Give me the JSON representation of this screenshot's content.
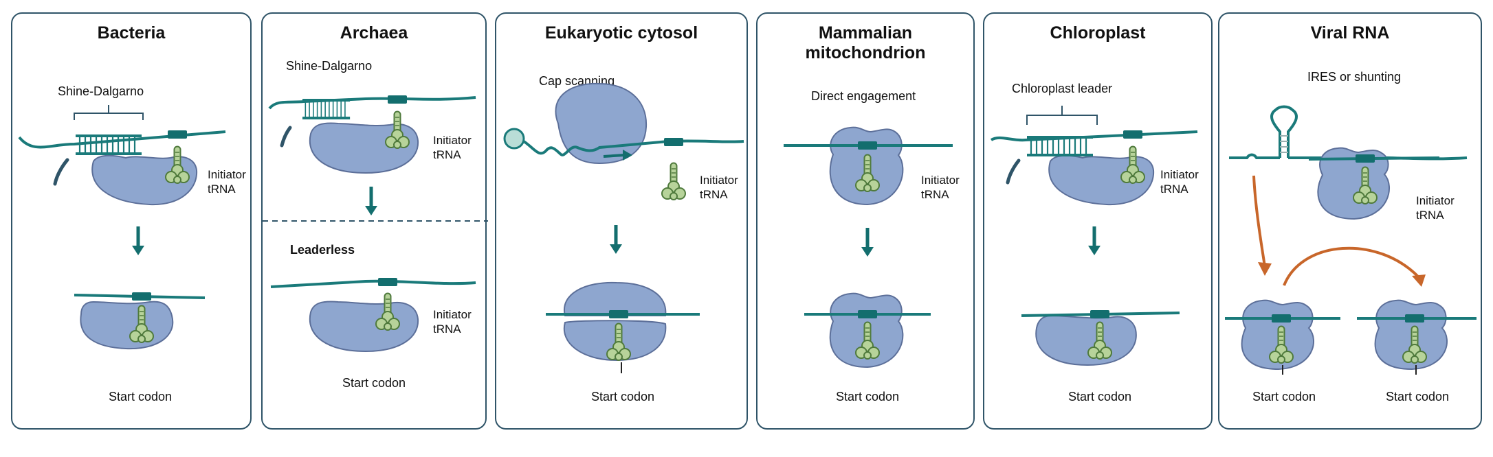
{
  "colors": {
    "border": "#2f5468",
    "mrna": "#1a7a7a",
    "ribosome_fill": "#8ea6cf",
    "ribosome_stroke": "#5c6f99",
    "trna_fill": "#b7d39a",
    "trna_stroke": "#4f7a3c",
    "arrow_teal": "#136e6e",
    "arrow_orange": "#c8662a"
  },
  "icons": [
    "mrna-strand",
    "ribosome",
    "initiator-trna",
    "start-codon-box",
    "sd-pairing",
    "5-prime-cap",
    "ires-stem-loop",
    "down-arrow",
    "shunt-arrow"
  ],
  "panels": [
    {
      "title": "Bacteria",
      "signal_label": "Shine-Dalgarno",
      "trna_line1": "Initiator",
      "trna_line2": "tRNA",
      "bottom_label": "Start codon"
    },
    {
      "title": "Archaea",
      "signal_label": "Shine-Dalgarno",
      "trna_line1": "Initiator",
      "trna_line2": "tRNA",
      "sub_label": "Leaderless",
      "trna2_line1": "Initiator",
      "trna2_line2": "tRNA",
      "bottom_label": "Start codon"
    },
    {
      "title": "Eukaryotic cytosol",
      "signal_label": "Cap scanning",
      "trna_line1": "Initiator",
      "trna_line2": "tRNA",
      "bottom_label": "Start codon"
    },
    {
      "title": "Mammalian mitochondrion",
      "signal_label": "Direct engagement",
      "trna_line1": "Initiator",
      "trna_line2": "tRNA",
      "bottom_label": "Start codon"
    },
    {
      "title": "Chloroplast",
      "signal_label": "Chloroplast leader",
      "trna_line1": "Initiator",
      "trna_line2": "tRNA",
      "bottom_label": "Start codon"
    },
    {
      "title": "Viral RNA",
      "signal_label": "IRES or shunting",
      "trna_line1": "Initiator",
      "trna_line2": "tRNA",
      "bottom_label": "Start codon",
      "bottom_label2": "Start codon"
    }
  ]
}
